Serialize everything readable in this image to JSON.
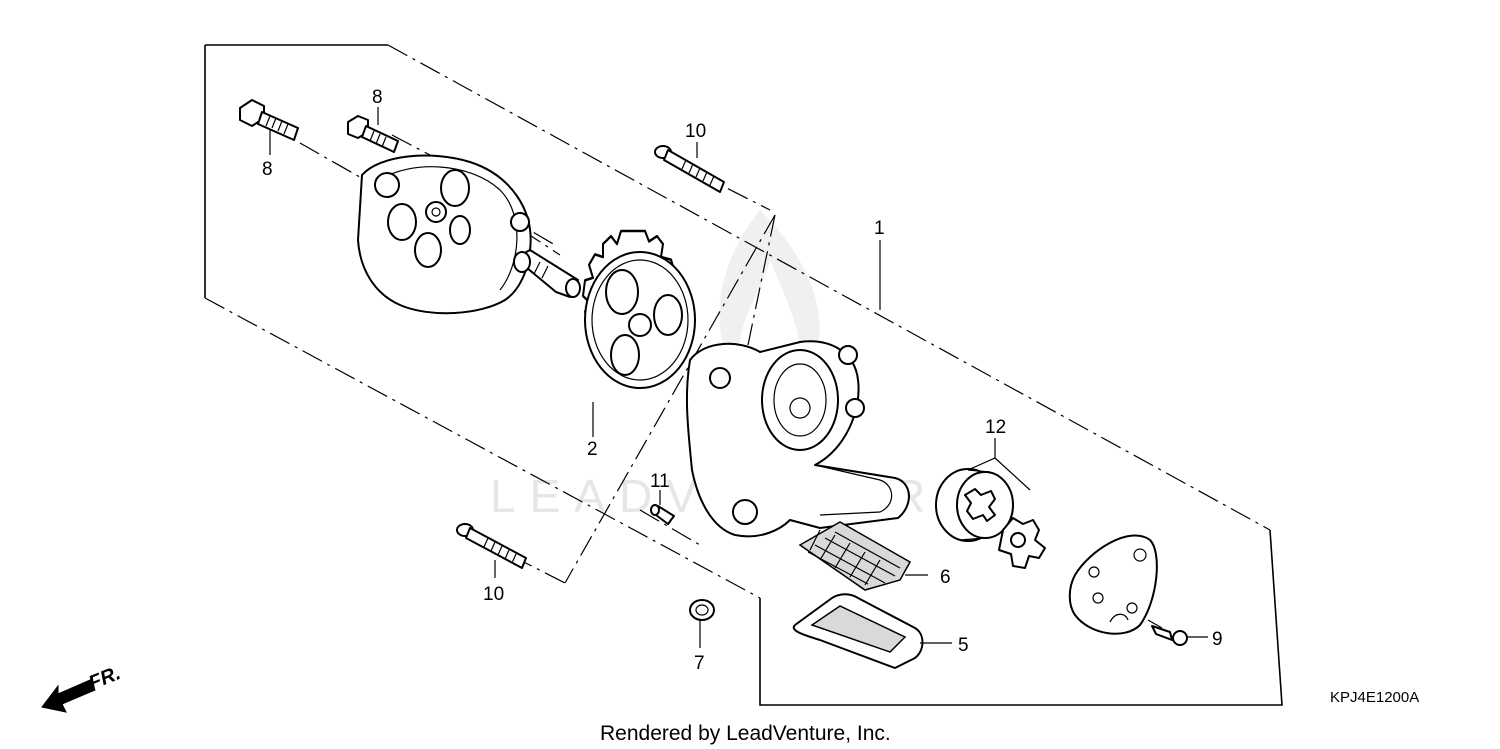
{
  "diagram": {
    "callouts": {
      "c1": "1",
      "c2": "2",
      "c5": "5",
      "c6": "6",
      "c7": "7",
      "c8a": "8",
      "c8b": "8",
      "c9": "9",
      "c10a": "10",
      "c10b": "10",
      "c11": "11",
      "c12": "12"
    },
    "direction_label": "FR.",
    "diagram_code": "KPJ4E1200A",
    "watermark": "LEADVENTURE",
    "footer": "Rendered by LeadVenture, Inc."
  }
}
